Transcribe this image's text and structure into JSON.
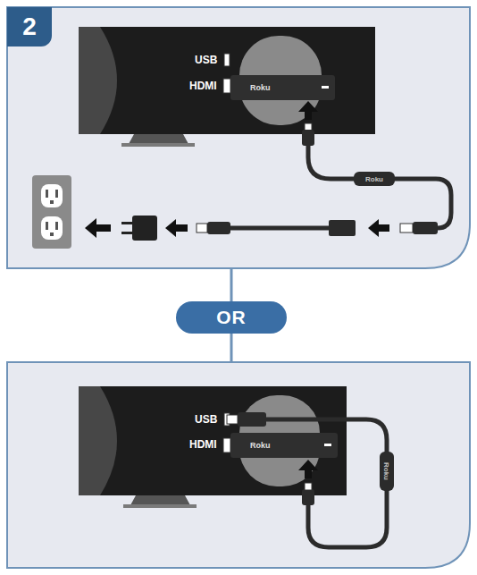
{
  "diagram": {
    "nodes": [
      {
        "text": [
          "2"
        ]
      },
      {
        "text": [
          "Roku"
        ]
      },
      {
        "text": [
          "Roku"
        ]
      },
      {
        "text": [
          "OR"
        ]
      },
      {
        "text": [
          "Roku"
        ]
      },
      {
        "text": [
          "Roku"
        ]
      }
    ],
    "labels": [
      "USB",
      "HDMI",
      "USB",
      "HDMI"
    ]
  }
}
